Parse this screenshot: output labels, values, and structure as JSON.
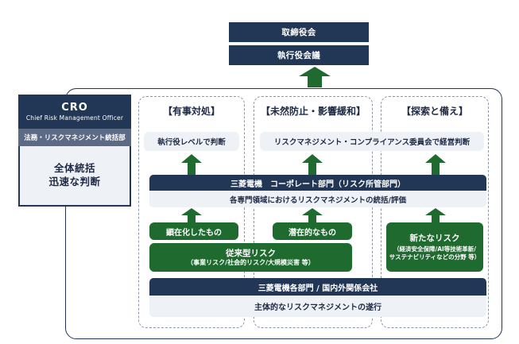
{
  "top": {
    "board": "取締役会",
    "exec_meeting": "執行役会議"
  },
  "cro": {
    "title": "CRO",
    "subtitle": "Chief Risk Management Officer",
    "department": "法務・リスクマネジメント統括部",
    "role_line1": "全体統括",
    "role_line2": "迅速な判断"
  },
  "columns": {
    "emergency": "【有事対処】",
    "prevention": "【未然防止・影響緩和】",
    "exploration": "【探索と備え】"
  },
  "decisions": {
    "executive_level": "執行役レベルで判断",
    "committee": "リスクマネジメント・コンプライアンス委員会で経営判断"
  },
  "corporate": {
    "title": "三菱電機　コーポレート部門（リスク所管部門）",
    "description": "各専門領域におけるリスクマネジメントの統括/評価"
  },
  "risks": {
    "actualized": "顕在化したもの",
    "potential": "潜在的なもの",
    "conventional_title": "従来型リスク",
    "conventional_detail": "（事業リスク/社会的リスク/大規模災害 等）",
    "new_title": "新たなリスク",
    "new_detail_1": "（経済安全保障/AI等技術革新/",
    "new_detail_2": "サステナビリティなどの分野 等）"
  },
  "business": {
    "title": "三菱電機各部門 / 国内外関係会社",
    "description": "主体的なリスクマネジメントの遂行"
  },
  "colors": {
    "navy": "#223656",
    "green": "#1f6a2e",
    "pale": "#eef1f6",
    "dashed_border": "#8c96a6"
  },
  "icons": {
    "up_arrow": "up-arrow-icon"
  }
}
